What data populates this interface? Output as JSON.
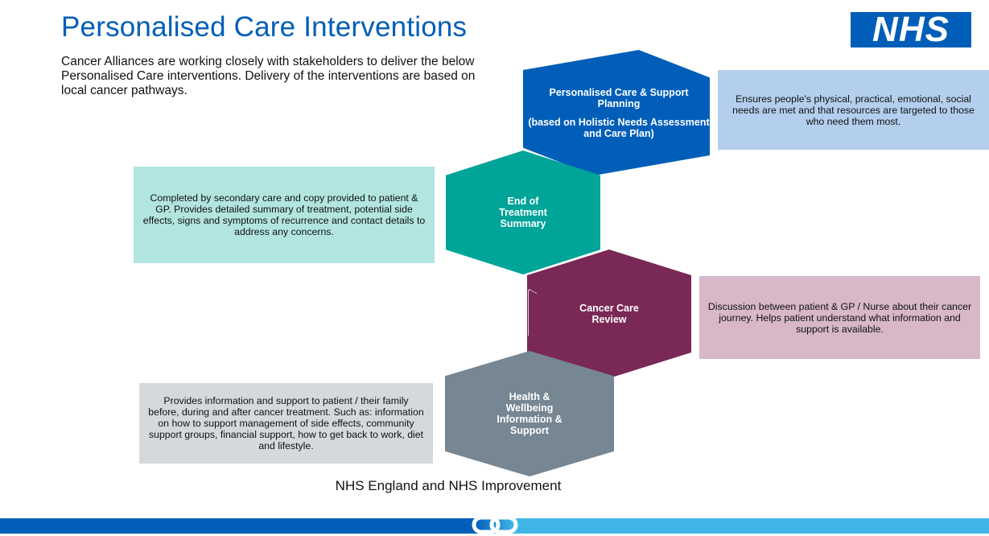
{
  "title": "Personalised Care Interventions",
  "intro": "Cancer Alliances are working closely with stakeholders to deliver the below Personalised Care interventions. Delivery of the interventions are based on local cancer pathways.",
  "logo": "NHS",
  "interventions": [
    {
      "heading": "Personalised Care & Support Planning",
      "subheading": "(based on Holistic Needs Assessment and Care Plan)",
      "description": "Ensures people's physical, practical, emotional, social needs are met and that resources are targeted to those who need them most."
    },
    {
      "heading": "End of Treatment Summary",
      "description": "Completed by secondary care and copy provided to patient & GP.  Provides detailed summary of treatment, potential side effects, signs and symptoms of recurrence and contact details to address any concerns."
    },
    {
      "heading": "Cancer Care Review",
      "description": "Discussion between patient & GP / Nurse about their cancer journey. Helps patient understand what information and support is available."
    },
    {
      "heading": "Health & Wellbeing Information & Support",
      "description": "Provides information and support to patient / their family before, during and after cancer treatment. Such as: information on how to support management of side effects, community support groups, financial support, how to get back to work, diet and lifestyle."
    }
  ],
  "footer": "NHS England and NHS Improvement",
  "colors": {
    "nhs_blue": "#005eb8",
    "teal": "#00a499",
    "plum": "#7a2855",
    "grey": "#768692",
    "light_blue": "#41b6e6"
  },
  "icons": {
    "link": "link-icon"
  }
}
